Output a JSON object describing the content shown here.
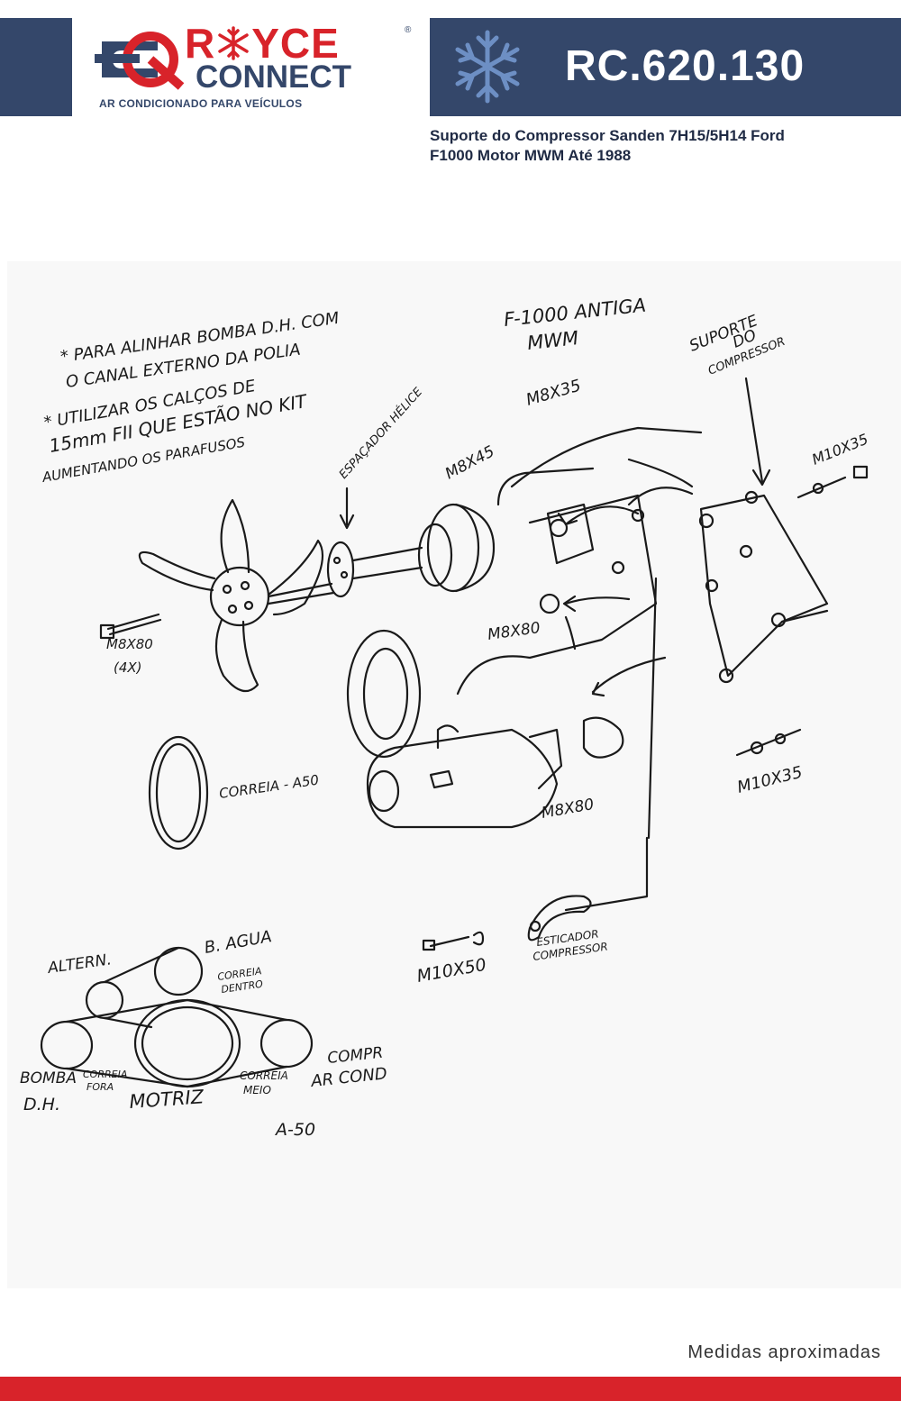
{
  "brand": {
    "name_part1": "R",
    "name_part2": "YCE",
    "name_line2": "CONNECT",
    "registered": "®",
    "tagline": "AR CONDICIONADO PARA VEÍCULOS",
    "colors": {
      "navy": "#34476a",
      "red": "#d8232a",
      "snowflake": "#6d8fc4"
    }
  },
  "product": {
    "code": "RC.620.130",
    "title_line1": "Suporte do Compressor Sanden 7H15/5H14 Ford",
    "title_line2": "F1000 Motor MWM Até 1988"
  },
  "drawing_labels": {
    "note1_line1": "* PARA ALINHAR BOMBA D.H. COM",
    "note1_line2": "O CANAL EXTERNO DA POLIA",
    "note2_line1": "* UTILIZAR OS CALÇOS DE",
    "note2_line2": "15mm FII QUE ESTÃO NO KIT",
    "note2_line3": "AUMENTANDO OS PARAFUSOS",
    "engine_line1": "F-1000 ANTIGA",
    "engine_line2": "MWM",
    "support_line1": "SUPORTE",
    "support_line2": "DO",
    "support_line3": "COMPRESSOR",
    "spacer": "ESPAÇADOR HÉLICE",
    "m8x45": "M8X45",
    "m8x35": "M8X35",
    "m10x35_top": "M10X35",
    "m8x80_bolt": "M8X80",
    "m8x80_bolt_qty": "(4X)",
    "m8x80_mid": "M8X80",
    "m8x80_low": "M8X80",
    "m10x35_low": "M10X35",
    "belt": "CORREIA - A50",
    "tensioner_line1": "ESTICADOR",
    "tensioner_line2": "COMPRESSOR",
    "m10x50": "M10X50",
    "alternator": "ALTERN.",
    "water_pump": "B. AGUA",
    "belt_inner_line1": "CORREIA",
    "belt_inner_line2": "DENTRO",
    "pump_dh_line1": "BOMBA",
    "pump_dh_line2": "D.H.",
    "belt_outer_line1": "CORREIA",
    "belt_outer_line2": "FORA",
    "crank": "MOTRIZ",
    "belt_middle_line1": "CORREIA",
    "belt_middle_line2": "MEIO",
    "ac_comp_line1": "COMPR",
    "ac_comp_line2": "AR COND",
    "belt_code": "A-50"
  },
  "footer": {
    "note": "Medidas aproximadas"
  }
}
